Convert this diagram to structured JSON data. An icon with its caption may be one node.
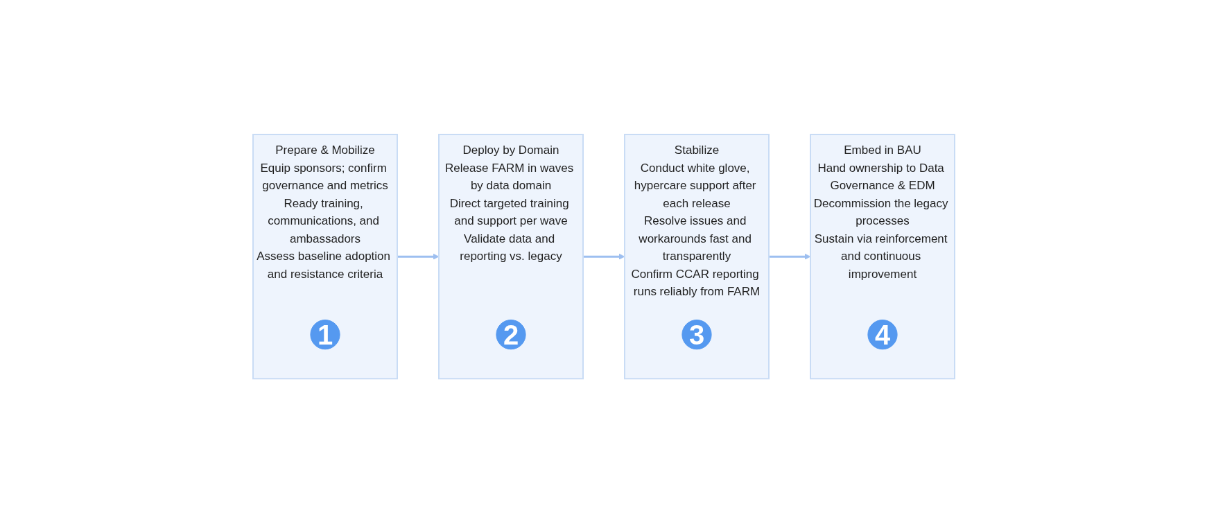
{
  "diagram": {
    "nodes": [
      {
        "text": [
          "Prepare & Mobilize",
          "Equip sponsors; confirm governance and metrics",
          "Ready training, communications, and ambassadors",
          "Assess baseline adoption and resistance criteria"
        ]
      },
      {
        "text": [
          "1"
        ],
        "in": 0
      },
      {
        "text": [
          "Deploy by Domain",
          "Release FARM in waves by data domain",
          "Direct targeted training and support per wave",
          "Validate data and reporting vs. legacy"
        ]
      },
      {
        "text": [
          "2"
        ],
        "in": 2
      },
      {
        "text": [
          "Stabilize",
          "Conduct white glove, hypercare support after each release",
          "Resolve issues and workarounds fast and transparently",
          "Confirm CCAR reporting runs reliably from FARM"
        ]
      },
      {
        "text": [
          "3"
        ],
        "in": 4
      },
      {
        "text": [
          "Embed in BAU",
          "Hand ownership to Data Governance & EDM",
          "Decommission the legacy processes",
          "Sustain via reinforcement and continuous improvement"
        ]
      },
      {
        "text": [
          "4"
        ],
        "in": 6
      }
    ],
    "edges": [
      {
        "from": 0,
        "to": 2,
        "arrow": "to"
      },
      {
        "from": 2,
        "to": 4,
        "arrow": "to"
      },
      {
        "from": 4,
        "to": 6,
        "arrow": "to"
      }
    ]
  }
}
